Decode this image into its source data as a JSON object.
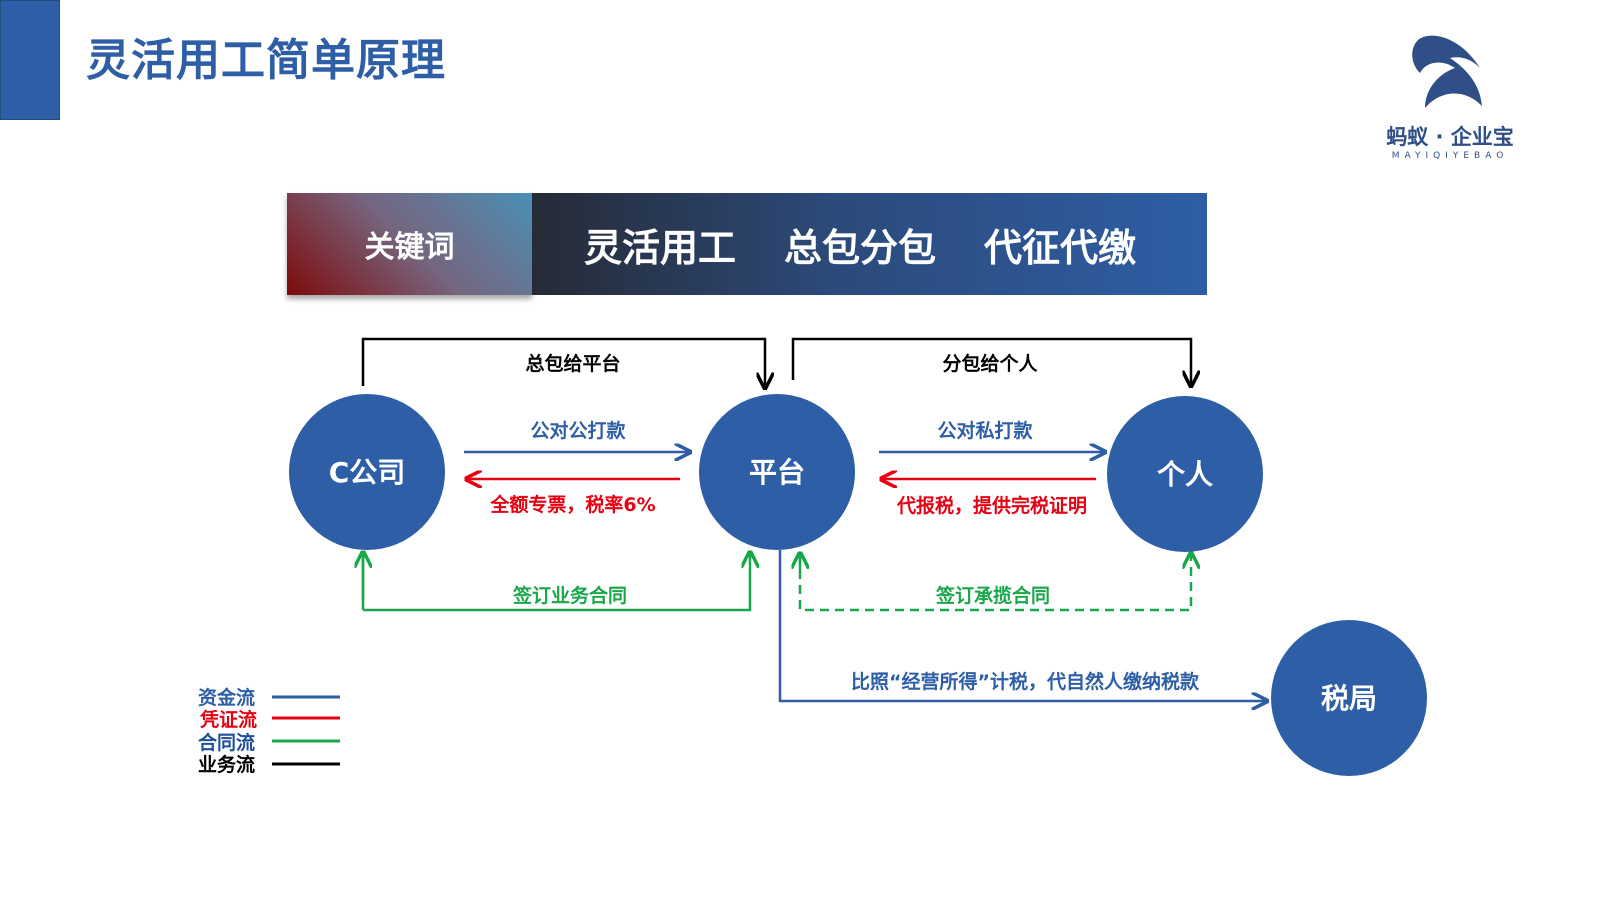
{
  "title": "灵活用工简单原理",
  "logo": {
    "cn": "蚂蚁 · 企业宝",
    "en": "MAYIQIYEBAO"
  },
  "keywords": {
    "label": "关键词",
    "items": [
      "灵活用工",
      "总包分包",
      "代征代缴"
    ]
  },
  "nodes": {
    "company": "C公司",
    "platform": "平台",
    "person": "个人",
    "tax": "税局"
  },
  "flows": {
    "general_contract": "总包给平台",
    "sub_contract": "分包给个人",
    "b2b_payment": "公对公打款",
    "full_invoice": "全额专票，税率6%",
    "b2c_payment": "公对私打款",
    "tax_proof": "代报税，提供完税证明",
    "business_contract": "签订业务合同",
    "undertake_contract": "签订承揽合同",
    "tax_pay": "比照“经营所得”计税，代自然人缴纳税款"
  },
  "legend": [
    {
      "label": "资金流",
      "color": "#2e5ea6"
    },
    {
      "label": "凭证流",
      "color": "#e60012"
    },
    {
      "label": "合同流",
      "color": "#1aa64a"
    },
    {
      "label": "业务流",
      "color": "#000000"
    }
  ],
  "colors": {
    "blue": "#2e5ea6",
    "red": "#e60012",
    "green": "#1aa64a",
    "black": "#000000"
  }
}
